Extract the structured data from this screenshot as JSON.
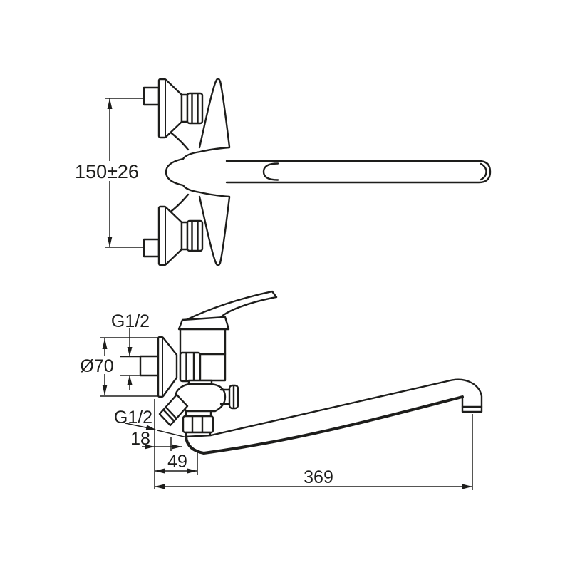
{
  "page": {
    "background_color": "#ffffff",
    "line_color": "#1d1d1b",
    "description": "Technical dimension drawing of a wall-mounted single-lever bath mixer with long swivel spout, front view and side view"
  },
  "views": {
    "front_view": "front projection with two wall unions",
    "side_view": "side projection with spout and shower outlet"
  },
  "dimensions": {
    "mounting_distance": "150±26",
    "thread_top": "G1/2",
    "escutcheon_diameter": "Ø70",
    "thread_bottom": "G1/2",
    "wall_offset": "18",
    "body_depth": "49",
    "spout_reach": "369"
  }
}
